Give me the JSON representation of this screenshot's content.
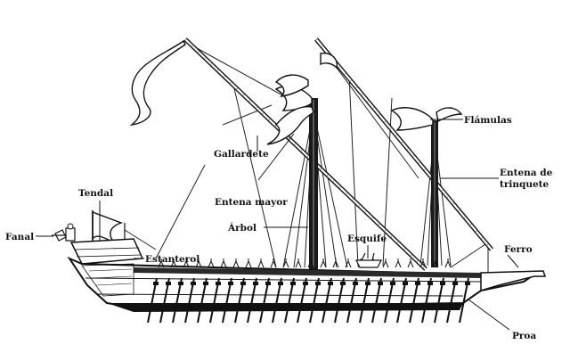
{
  "diagram": {
    "labels": {
      "flamulas": "Flámulas",
      "gallardete": "Gallardete",
      "entena_mayor": "Entena mayor",
      "arbol": "Árbol",
      "entena_trinquete_l1": "Entena de",
      "entena_trinquete_l2": "trinquete",
      "tendal": "Tendal",
      "fanal": "Fanal",
      "estanterol": "Estanterol",
      "esquife": "Esquife",
      "ferro": "Ferro",
      "proa": "Proa"
    }
  }
}
